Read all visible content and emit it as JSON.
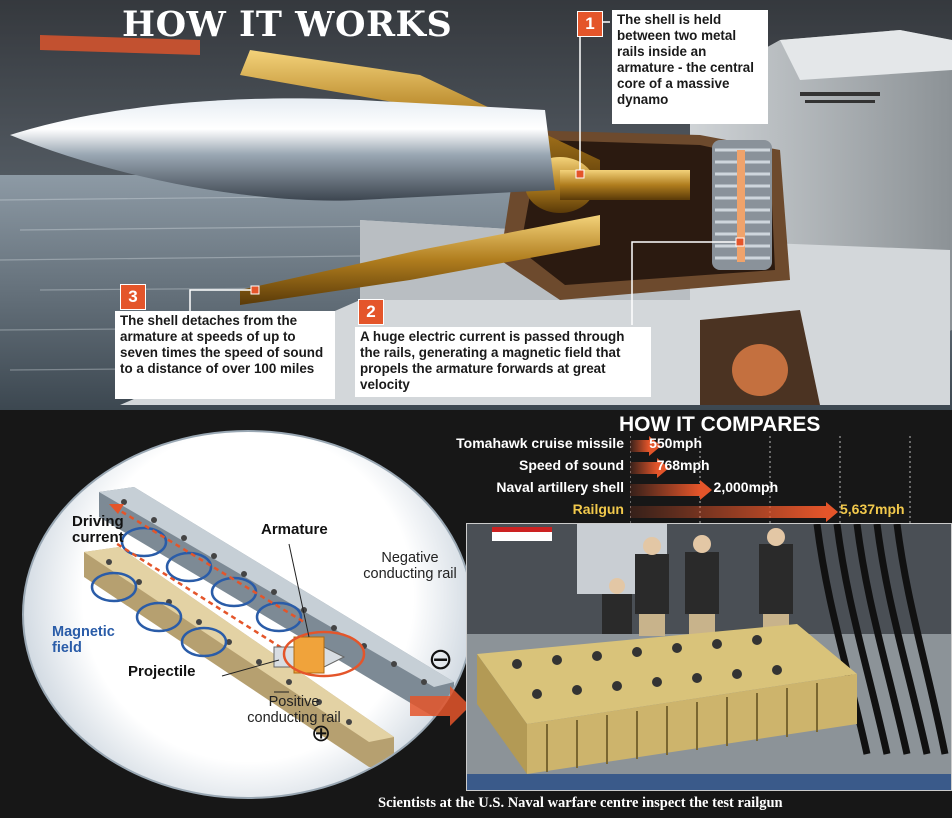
{
  "title": "HOW IT WORKS",
  "steps": [
    {
      "number": "1",
      "text": "The shell is held between two metal rails inside an armature - the central core of a massive dynamo"
    },
    {
      "number": "2",
      "text": "A huge electric current is passed through the rails, generating a magnetic field that propels the armature forwards at great velocity"
    },
    {
      "number": "3",
      "text": "The shell detaches from the armature at speeds of up to seven times the speed of sound to a distance of over 100 miles"
    }
  ],
  "compare": {
    "title": "HOW IT COMPARES",
    "rows": [
      {
        "label": "Tomahawk cruise missile",
        "value": "550mph",
        "mph": 550
      },
      {
        "label": "Speed of sound",
        "value": "768mph",
        "mph": 768
      },
      {
        "label": "Naval artillery shell",
        "value": "2,000mph",
        "mph": 2000
      },
      {
        "label": "Railgun",
        "value": "5,637mph",
        "mph": 5637
      }
    ],
    "colors": {
      "highlight": "#f2c94c",
      "bar": "#e4552a",
      "text": "#ffffff"
    }
  },
  "diagram": {
    "driving_current": "Driving current",
    "armature": "Armature",
    "negative_rail": "Negative conducting rail",
    "magnetic_field": "Magnetic field",
    "projectile": "Projectile",
    "positive_rail": "Positive conducting rail",
    "minus_symbol": "⊖",
    "plus_symbol": "⊕"
  },
  "caption": "Scientists at the U.S. Naval warfare centre inspect the test railgun",
  "colors": {
    "accent": "#e4552a",
    "magnetic": "#2a5ca8"
  }
}
